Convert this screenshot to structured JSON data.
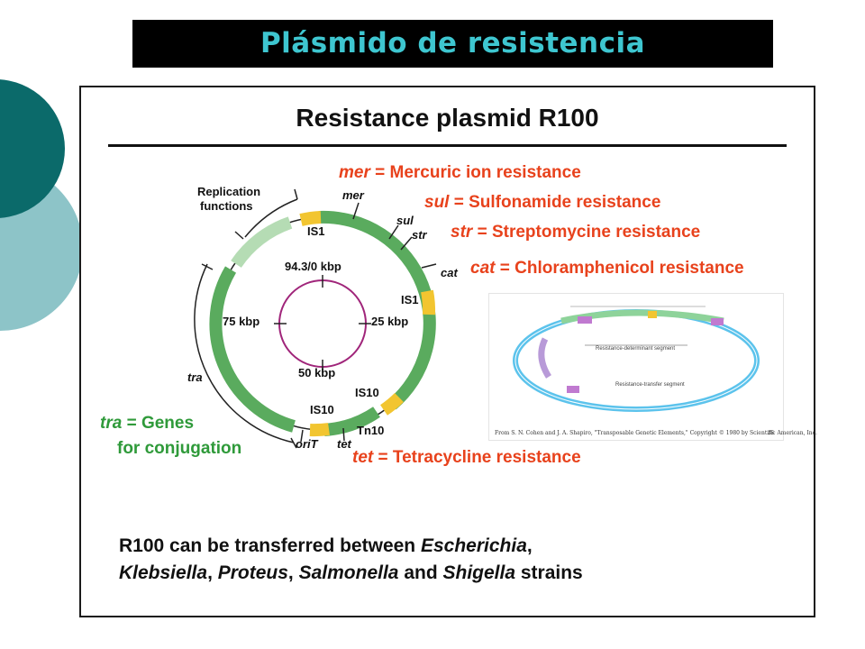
{
  "slide": {
    "title": "Plásmido de resistencia",
    "heading": "Resistance plasmid R100"
  },
  "legend": {
    "mer": {
      "abbr": "mer",
      "text": "= Mercuric ion resistance"
    },
    "sul": {
      "abbr": "sul",
      "text": "= Sulfonamide resistance"
    },
    "str": {
      "abbr": "str",
      "text": "= Streptomycine resistance"
    },
    "cat": {
      "abbr": "cat",
      "text": "= Chloramphenicol resistance"
    },
    "tet": {
      "abbr": "tet",
      "text": "= Tetracycline resistance"
    },
    "tra": {
      "abbr": "tra",
      "text": "= Genes",
      "line2": "for conjugation"
    }
  },
  "map": {
    "replication_line1": "Replication",
    "replication_line2": "functions",
    "is1_top": "IS1",
    "is1_right": "IS1",
    "mer": "mer",
    "sul": "sul",
    "str": "str",
    "cat": "cat",
    "tick_0": "94.3/0 kbp",
    "tick_25": "25 kbp",
    "tick_50": "50 kbp",
    "tick_75": "75 kbp",
    "is10_left": "IS10",
    "is10_right": "IS10",
    "tn10": "Tn10",
    "tet": "tet",
    "orit": "oriT",
    "tra": "tra"
  },
  "photo": {
    "segment_top": "Resistance-determinant segment",
    "segment_bottom": "Resistance-transfer segment",
    "caption": "From S. N. Cohen and J. A. Shapiro, \"Transposable Genetic Elements,\" Copyright © 1980 by Scientific American, Inc.",
    "page": "35"
  },
  "note": {
    "line1_a": "R100 can be transferred between ",
    "line1_b": "Escherichia",
    "line1_c": ",",
    "line2_a": "Klebsiella",
    "line2_b": ", ",
    "line2_c": "Proteus",
    "line2_d": ", ",
    "line2_e": "Salmonella",
    "line2_f": " and ",
    "line2_g": "Shigella",
    "line2_h": " strains"
  },
  "colors": {
    "title_text": "#3ec6d0",
    "legend_red": "#e8421c",
    "legend_green": "#2f9a3a",
    "map_green": "#5aab5e",
    "is_yellow": "#f2c530",
    "inner_circle": "#a0257a",
    "deco_dark": "#0b6a6a",
    "deco_light": "#8dc4c8"
  }
}
